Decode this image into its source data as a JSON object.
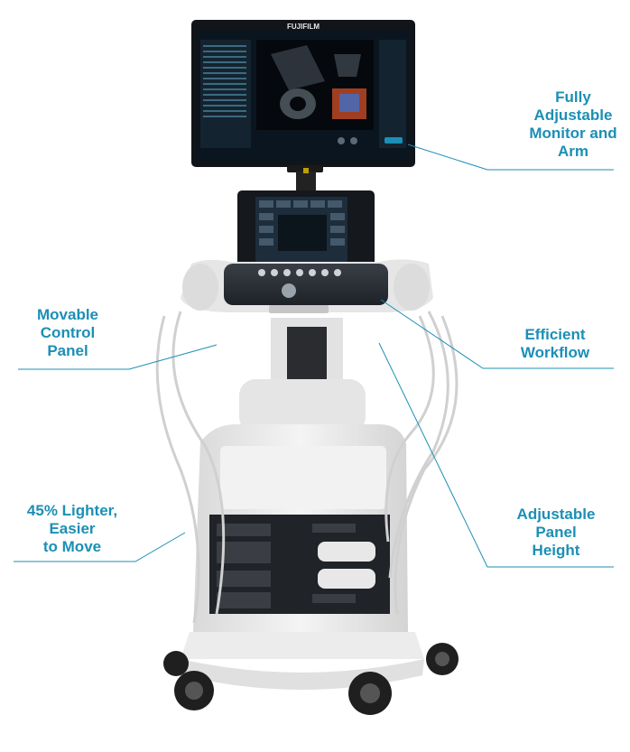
{
  "brand": {
    "logo_text": "FUJIFILM"
  },
  "callouts": {
    "monitor": {
      "lines": [
        "Fully",
        "Adjustable",
        "Monitor and",
        "Arm"
      ]
    },
    "control": {
      "lines": [
        "Movable",
        "Control",
        "Panel"
      ]
    },
    "workflow": {
      "lines": [
        "Efficient",
        "Workflow"
      ]
    },
    "lighter": {
      "lines": [
        "45% Lighter,",
        "Easier",
        "to Move"
      ]
    },
    "height": {
      "lines": [
        "Adjustable",
        "Panel",
        "Height"
      ]
    }
  },
  "colors": {
    "accent": "#1b8fb5",
    "cart_body": "#ececec",
    "panel_dark": "#2b2f36",
    "screen": "#0b1520"
  }
}
